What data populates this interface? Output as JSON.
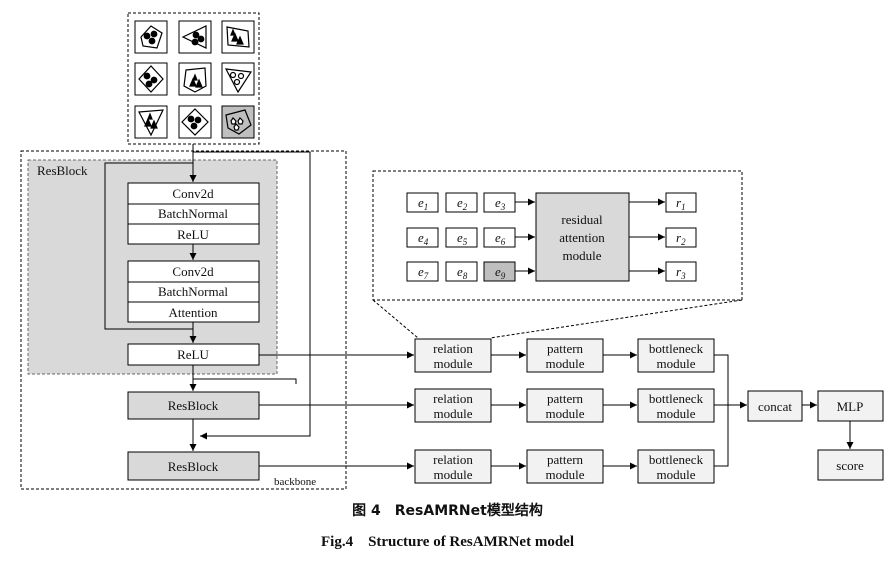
{
  "resblock_title": "ResBlock",
  "block1": [
    "Conv2d",
    "BatchNormal",
    "ReLU"
  ],
  "block2": [
    "Conv2d",
    "BatchNormal",
    "Attention"
  ],
  "relu_out": "ReLU",
  "resblock_2": "ResBlock",
  "resblock_3": "ResBlock",
  "backbone": "backbone",
  "attention_module": [
    "residual",
    "attention",
    "module"
  ],
  "e_inputs": [
    "1",
    "2",
    "3",
    "4",
    "5",
    "6",
    "7",
    "8",
    "9"
  ],
  "r_outputs": [
    "1",
    "2",
    "3"
  ],
  "e_letter": "e",
  "r_letter": "r",
  "relation_module": [
    "relation",
    "module"
  ],
  "pattern_module": [
    "pattern",
    "module"
  ],
  "bottleneck_module": [
    "bottleneck",
    "module"
  ],
  "concat": "concat",
  "mlp": "MLP",
  "score": "score",
  "caption_cn": "图 4　ResAMRNet模型结构",
  "caption_en": "Fig.4　Structure of ResAMRNet model",
  "colors": {
    "gray_fill": "#d9d9d9",
    "light_fill": "#f2f2f2",
    "stroke": "#000000"
  }
}
